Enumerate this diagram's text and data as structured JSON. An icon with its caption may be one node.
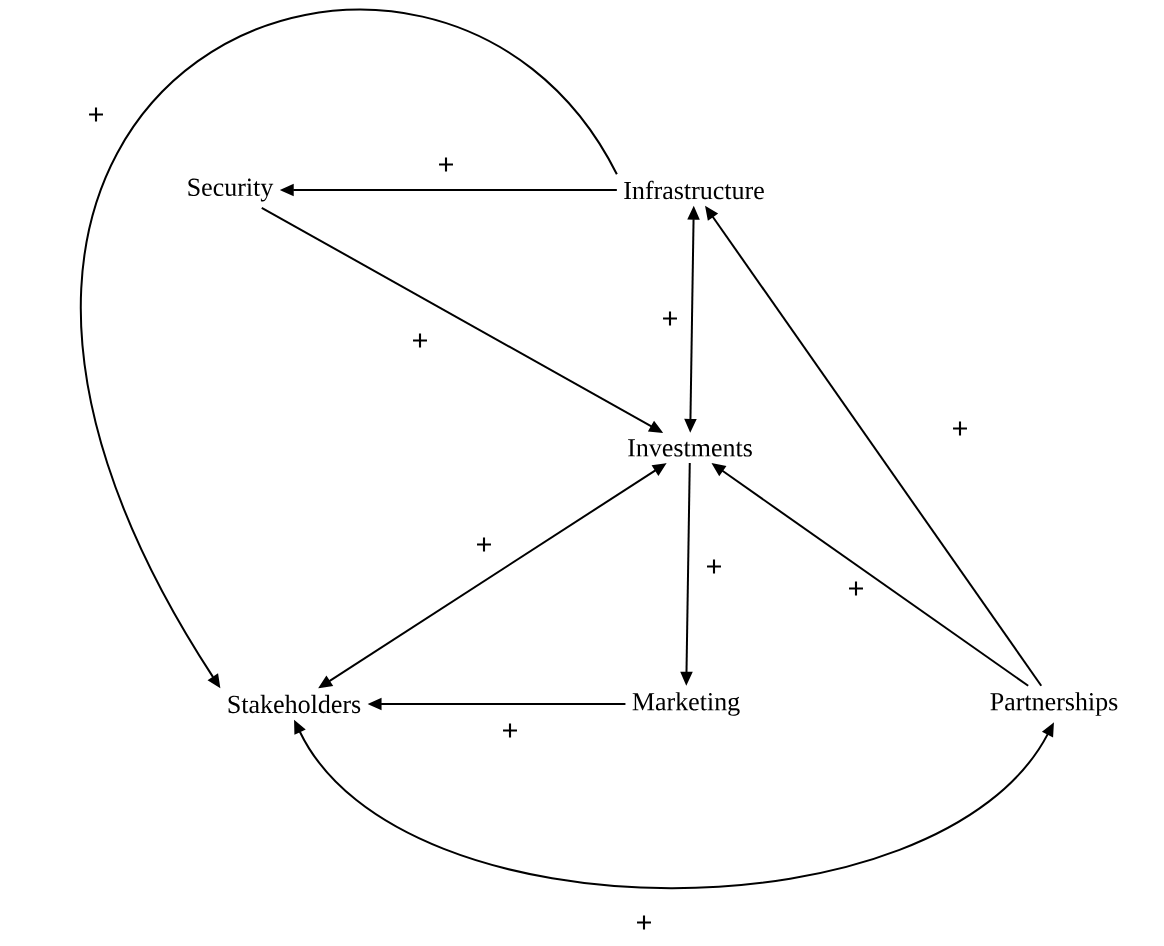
{
  "diagram": {
    "nodes": [
      {
        "text": [
          "Security"
        ]
      },
      {
        "text": [
          "Infrastructure"
        ]
      },
      {
        "text": [
          "Investments"
        ]
      },
      {
        "text": [
          "Stakeholders"
        ]
      },
      {
        "text": [
          "Marketing"
        ]
      },
      {
        "text": [
          "Partnerships"
        ]
      }
    ],
    "edges": [
      {
        "from": 1,
        "to": 0,
        "arrow": "to",
        "label": "+"
      },
      {
        "from": 0,
        "to": 2,
        "arrow": "to",
        "label": "+"
      },
      {
        "from": 1,
        "to": 2,
        "arrow": "both",
        "label": "+"
      },
      {
        "from": 2,
        "to": 4,
        "arrow": "to",
        "label": "+"
      },
      {
        "from": 2,
        "to": 3,
        "arrow": "both",
        "label": "+"
      },
      {
        "from": 4,
        "to": 3,
        "arrow": "to",
        "label": "+"
      },
      {
        "from": 5,
        "to": 2,
        "arrow": "to",
        "label": "+"
      },
      {
        "from": 5,
        "to": 1,
        "arrow": "to",
        "label": "+"
      },
      {
        "from": 1,
        "to": 3,
        "arrow": "to",
        "label": "+"
      },
      {
        "from": 3,
        "to": 5,
        "arrow": "both",
        "label": "+"
      }
    ]
  }
}
